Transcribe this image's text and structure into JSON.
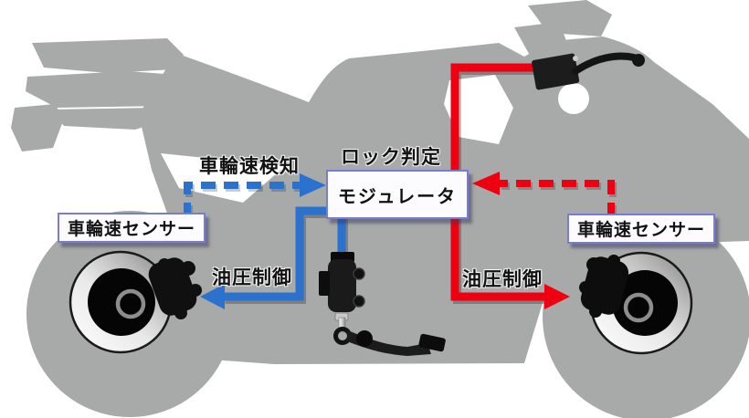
{
  "labels": {
    "wheel_speed_detection": "車輪速検知",
    "lock_judgment": "ロック判定",
    "modulator": "モジュレータ",
    "rear_sensor": "車輪速センサー",
    "front_sensor": "車輪速センサー",
    "hydraulic_control_rear": "油圧制御",
    "hydraulic_control_front": "油圧制御"
  },
  "colors": {
    "sensor_signal_blue": "#2b72cf",
    "hydraulic_signal_red": "#ee0010",
    "silhouette_gray": "#a8aaa9",
    "label_box_border": "#7a7ad9",
    "label_box_fill": "#fcfcff"
  },
  "icons": {
    "motorcycle-silhouette": "gray side-profile shape",
    "rear-brake-disc-icon": "metallic ring with black rotor",
    "front-brake-disc-icon": "metallic ring with black rotor",
    "rear-brake-caliper-icon": "black caliper blob",
    "front-brake-caliper-icon": "black caliper blob",
    "front-brake-lever-icon": "handlebar master cylinder with lever",
    "rear-master-cylinder-icon": "cylinder with pushrod and foot pedal",
    "blue-dashed-arrow": "rear wheel-speed signal to modulator",
    "red-dashed-arrow": "front wheel-speed signal to modulator",
    "blue-solid-arrow": "rear hydraulic line to caliper",
    "red-solid-arrow": "front hydraulic line to caliper"
  }
}
